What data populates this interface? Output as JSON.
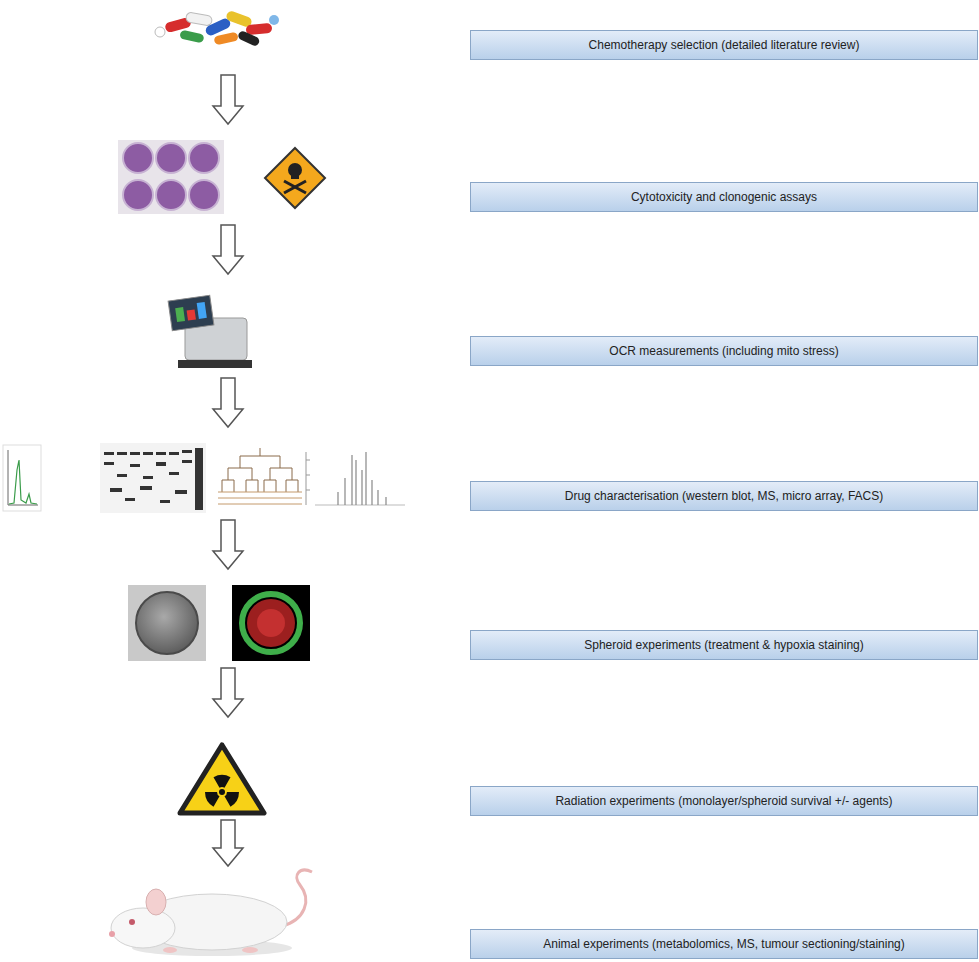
{
  "diagram": {
    "nodes": [
      {
        "text": [
          "Chemotherapy selection (detailed literature review)"
        ]
      },
      {
        "text": [
          "Cytotoxicity and clonogenic assays"
        ]
      },
      {
        "text": [
          "OCR measurements (including mito stress)"
        ]
      },
      {
        "text": [
          "Drug characterisation (western blot, MS, micro array, FACS)"
        ]
      },
      {
        "text": [
          "Spheroid experiments (treatment & hypoxia staining)"
        ]
      },
      {
        "text": [
          "Radiation experiments (monolayer/spheroid survival +/- agents)"
        ]
      },
      {
        "text": [
          "Animal experiments (metabolomics, MS, tumour sectioning/staining)"
        ]
      }
    ]
  }
}
